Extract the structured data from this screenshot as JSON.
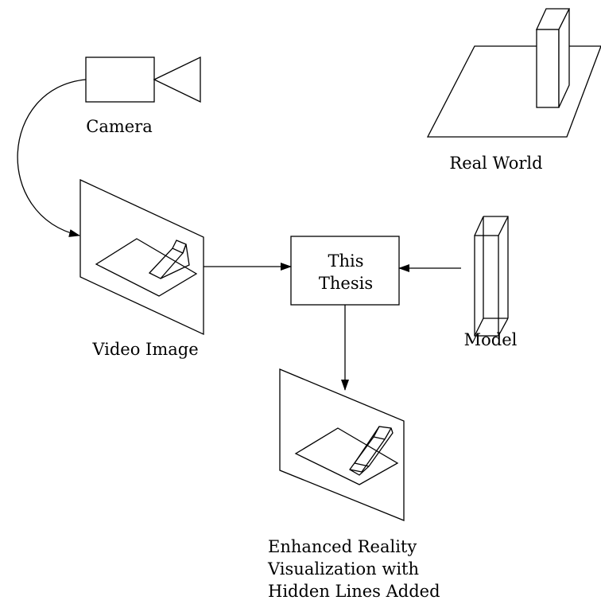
{
  "labels": {
    "camera": "Camera",
    "real_world": "Real World",
    "video_image": "Video Image",
    "this_thesis_line1": "This",
    "this_thesis_line2": "Thesis",
    "model": "Model",
    "enhanced_line1": "Enhanced Reality",
    "enhanced_line2": "Visualization with",
    "enhanced_line3": "Hidden Lines Added"
  },
  "colors": {
    "stroke": "#000000",
    "background": "#ffffff"
  },
  "icons": {
    "camera": "camera-icon",
    "real_world": "real-world-scene-icon",
    "video_image": "video-image-panel-icon",
    "model": "model-box-icon",
    "output": "enhanced-reality-panel-icon"
  }
}
